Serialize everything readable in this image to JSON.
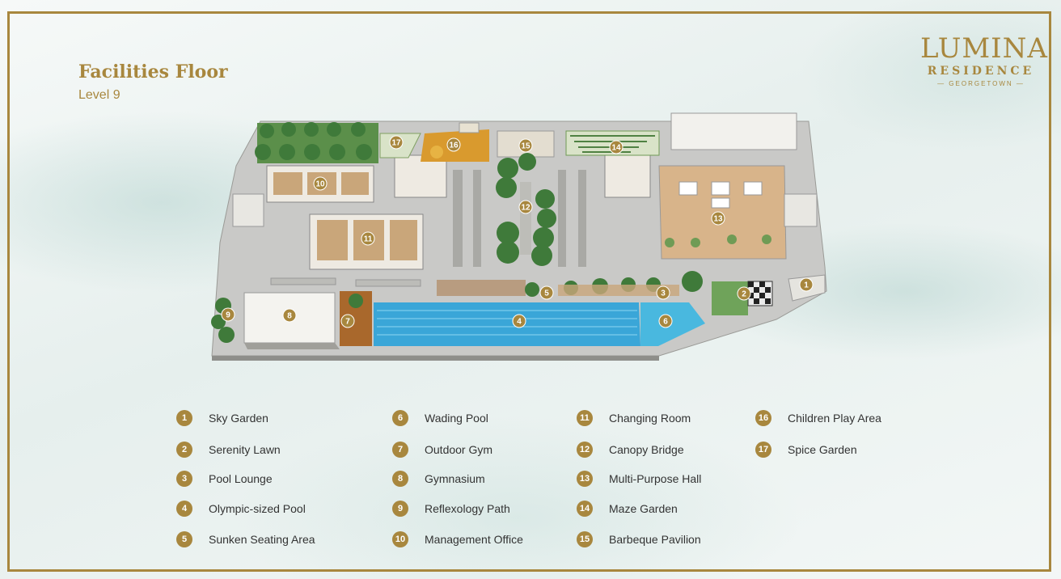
{
  "page": {
    "title": "Facilities Floor",
    "subtitle": "Level 9"
  },
  "logo": {
    "main": "LUMINA",
    "sub": "RESIDENCE",
    "location": "— GEORGETOWN —"
  },
  "colors": {
    "gold": "#a8873e",
    "pool": "#3aa6d8",
    "greenery": "#3f7a3a"
  },
  "map_markers": [
    "1",
    "2",
    "3",
    "4",
    "5",
    "6",
    "7",
    "8",
    "9",
    "10",
    "11",
    "12",
    "13",
    "14",
    "15",
    "16",
    "17"
  ],
  "legend": [
    {
      "number": "1",
      "label": "Sky Garden"
    },
    {
      "number": "2",
      "label": "Serenity Lawn"
    },
    {
      "number": "3",
      "label": "Pool Lounge"
    },
    {
      "number": "4",
      "label": "Olympic-sized Pool"
    },
    {
      "number": "5",
      "label": "Sunken Seating Area"
    },
    {
      "number": "6",
      "label": "Wading Pool"
    },
    {
      "number": "7",
      "label": "Outdoor Gym"
    },
    {
      "number": "8",
      "label": "Gymnasium"
    },
    {
      "number": "9",
      "label": "Reflexology Path"
    },
    {
      "number": "10",
      "label": "Management Office"
    },
    {
      "number": "11",
      "label": "Changing Room"
    },
    {
      "number": "12",
      "label": "Canopy Bridge"
    },
    {
      "number": "13",
      "label": "Multi-Purpose Hall"
    },
    {
      "number": "14",
      "label": "Maze Garden"
    },
    {
      "number": "15",
      "label": "Barbeque Pavilion"
    },
    {
      "number": "16",
      "label": "Children Play Area"
    },
    {
      "number": "17",
      "label": "Spice Garden"
    }
  ]
}
